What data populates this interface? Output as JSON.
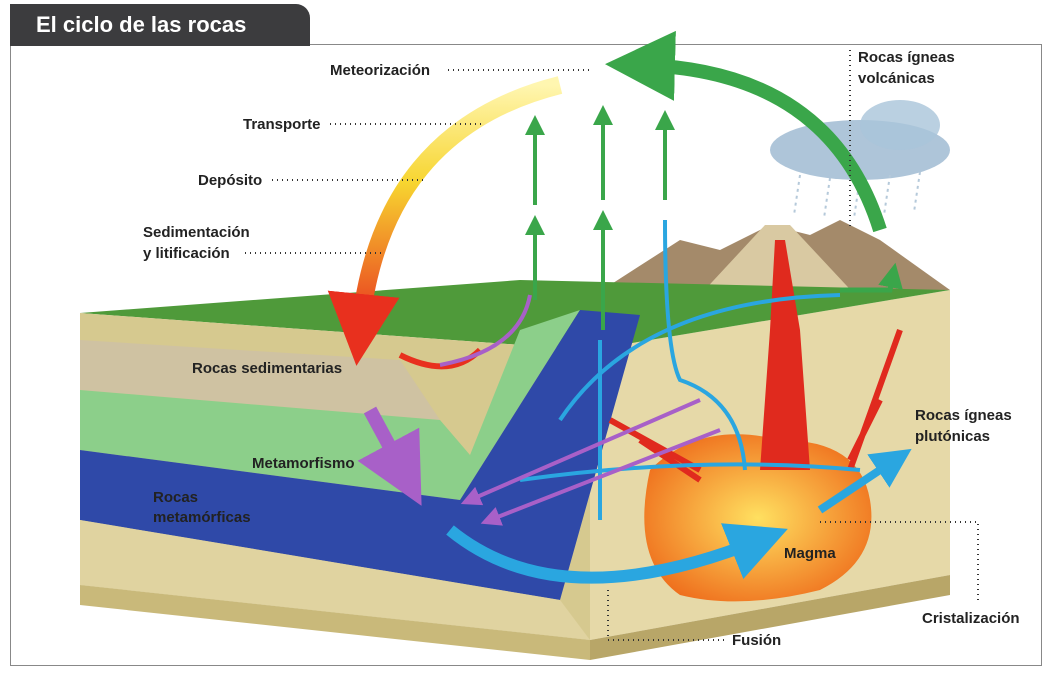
{
  "title": "El ciclo de las rocas",
  "labels": {
    "meteorizacion": "Meteorización",
    "transporte": "Transporte",
    "deposito": "Depósito",
    "sedimentacion_1": "Sedimentación",
    "sedimentacion_2": "y litificación",
    "volcanicas_1": "Rocas ígneas",
    "volcanicas_2": "volcánicas",
    "sedimentarias": "Rocas sedimentarias",
    "metamorfismo": "Metamorfismo",
    "metamorficas_1": "Rocas",
    "metamorficas_2": "metamórficas",
    "plutonicas_1": "Rocas ígneas",
    "plutonicas_2": "plutónicas",
    "magma": "Magma",
    "cristalizacion": "Cristalización",
    "fusion": "Fusión"
  },
  "colors": {
    "title_bg": "#3c3c3e",
    "sediment": "#d8cfa8",
    "limestone": "#8ccf8a",
    "metamorphic": "#2f49a8",
    "magma": "#f39a2a",
    "lava": "#e02a1e",
    "grass": "#4f9a3a"
  }
}
